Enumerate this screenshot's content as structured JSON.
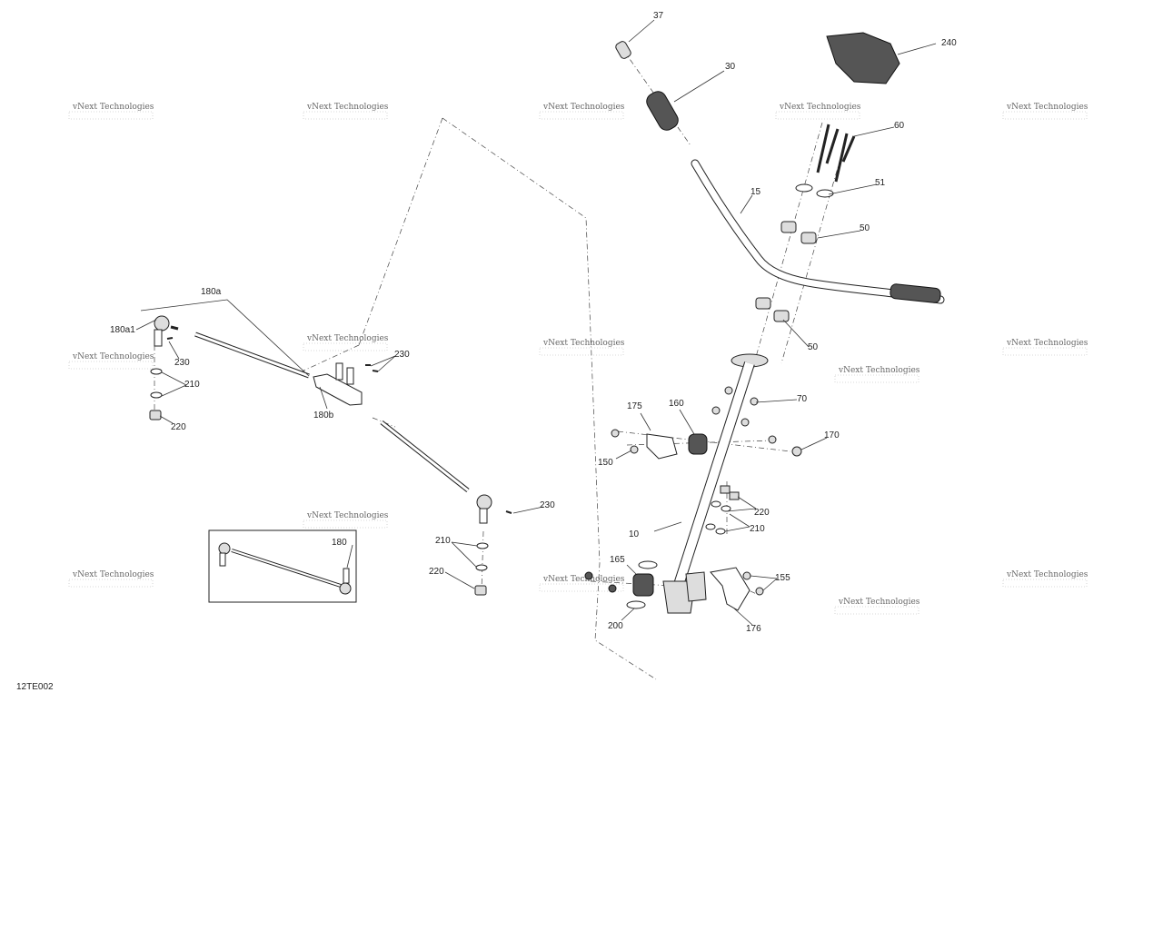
{
  "diagram_code": "12TE002",
  "watermark": "vNext Technologies",
  "callouts": [
    "37",
    "30",
    "240",
    "60",
    "51",
    "15",
    "50",
    "50",
    "70",
    "175",
    "160",
    "170",
    "150",
    "220",
    "210",
    "10",
    "165",
    "155",
    "200",
    "176",
    "180a",
    "180a1",
    "230",
    "210",
    "220",
    "230",
    "180b",
    "230",
    "210",
    "220",
    "180"
  ]
}
